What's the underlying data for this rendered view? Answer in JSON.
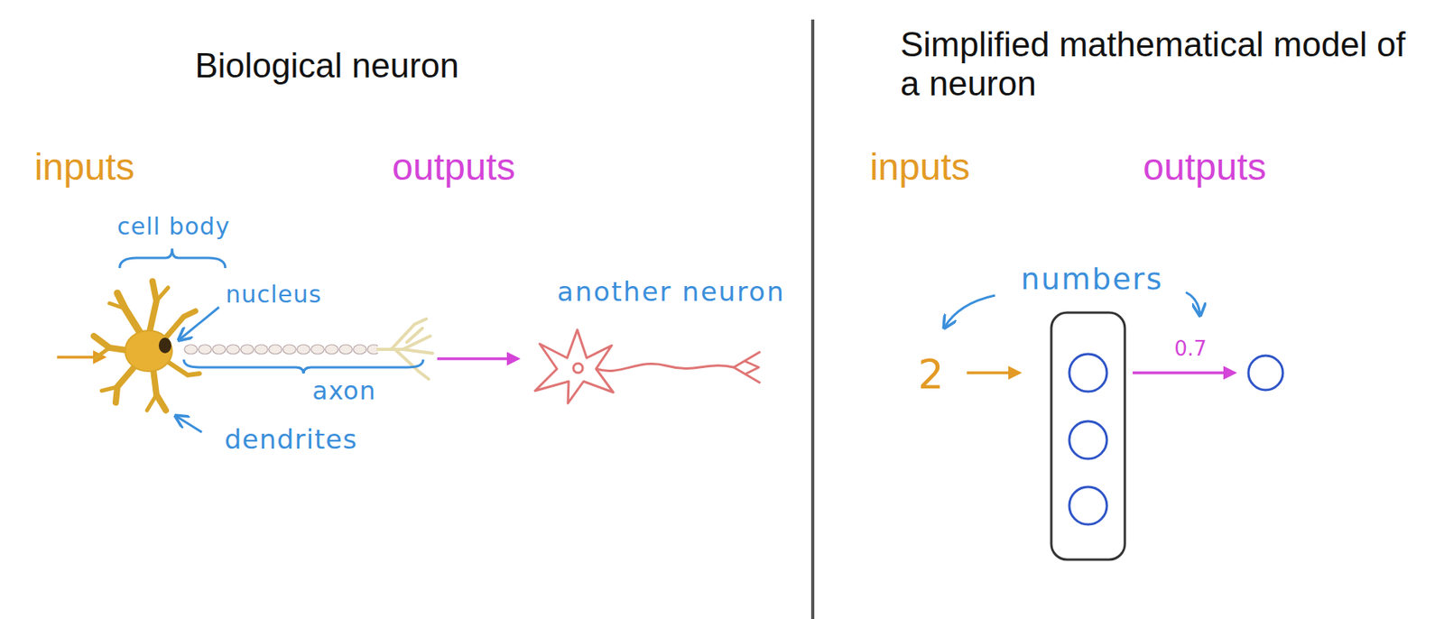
{
  "diagram": {
    "labels": [
      "Biological neuron",
      "inputs",
      "outputs",
      "cell body",
      "nucleus",
      "axon",
      "dendrites",
      "another neuron",
      "Simplified mathematical model of a neuron",
      "inputs",
      "outputs",
      "numbers",
      "2",
      "0.7"
    ]
  }
}
